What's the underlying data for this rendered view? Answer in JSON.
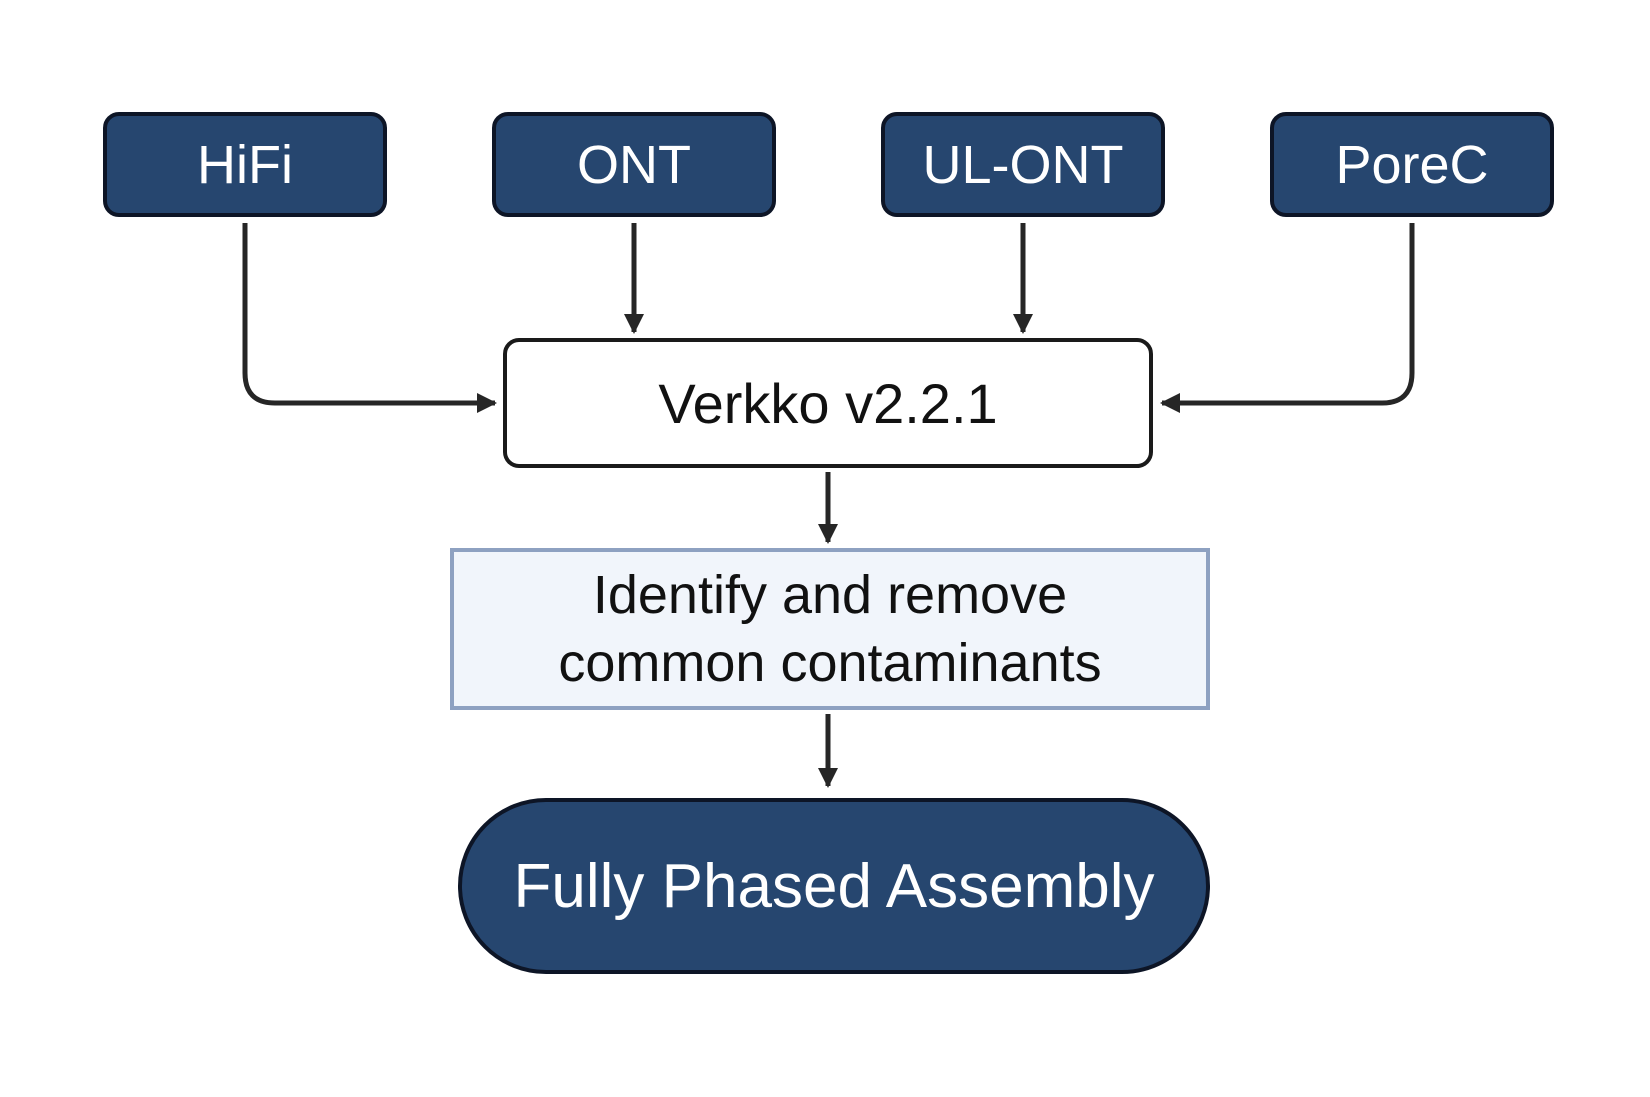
{
  "inputs": [
    {
      "id": "hifi",
      "label": "HiFi"
    },
    {
      "id": "ont",
      "label": "ONT"
    },
    {
      "id": "ulont",
      "label": "UL-ONT"
    },
    {
      "id": "porec",
      "label": "PoreC"
    }
  ],
  "assembler": {
    "label": "Verkko v2.2.1"
  },
  "decontamination": {
    "line1": "Identify and remove",
    "line2": "common contaminants"
  },
  "output": {
    "label": "Fully Phased Assembly"
  },
  "colors": {
    "input_fill": "#26466f",
    "input_border": "#0d1526",
    "decon_fill": "#f1f5fb",
    "decon_border": "#8ea1c1",
    "arrow": "#262626"
  }
}
